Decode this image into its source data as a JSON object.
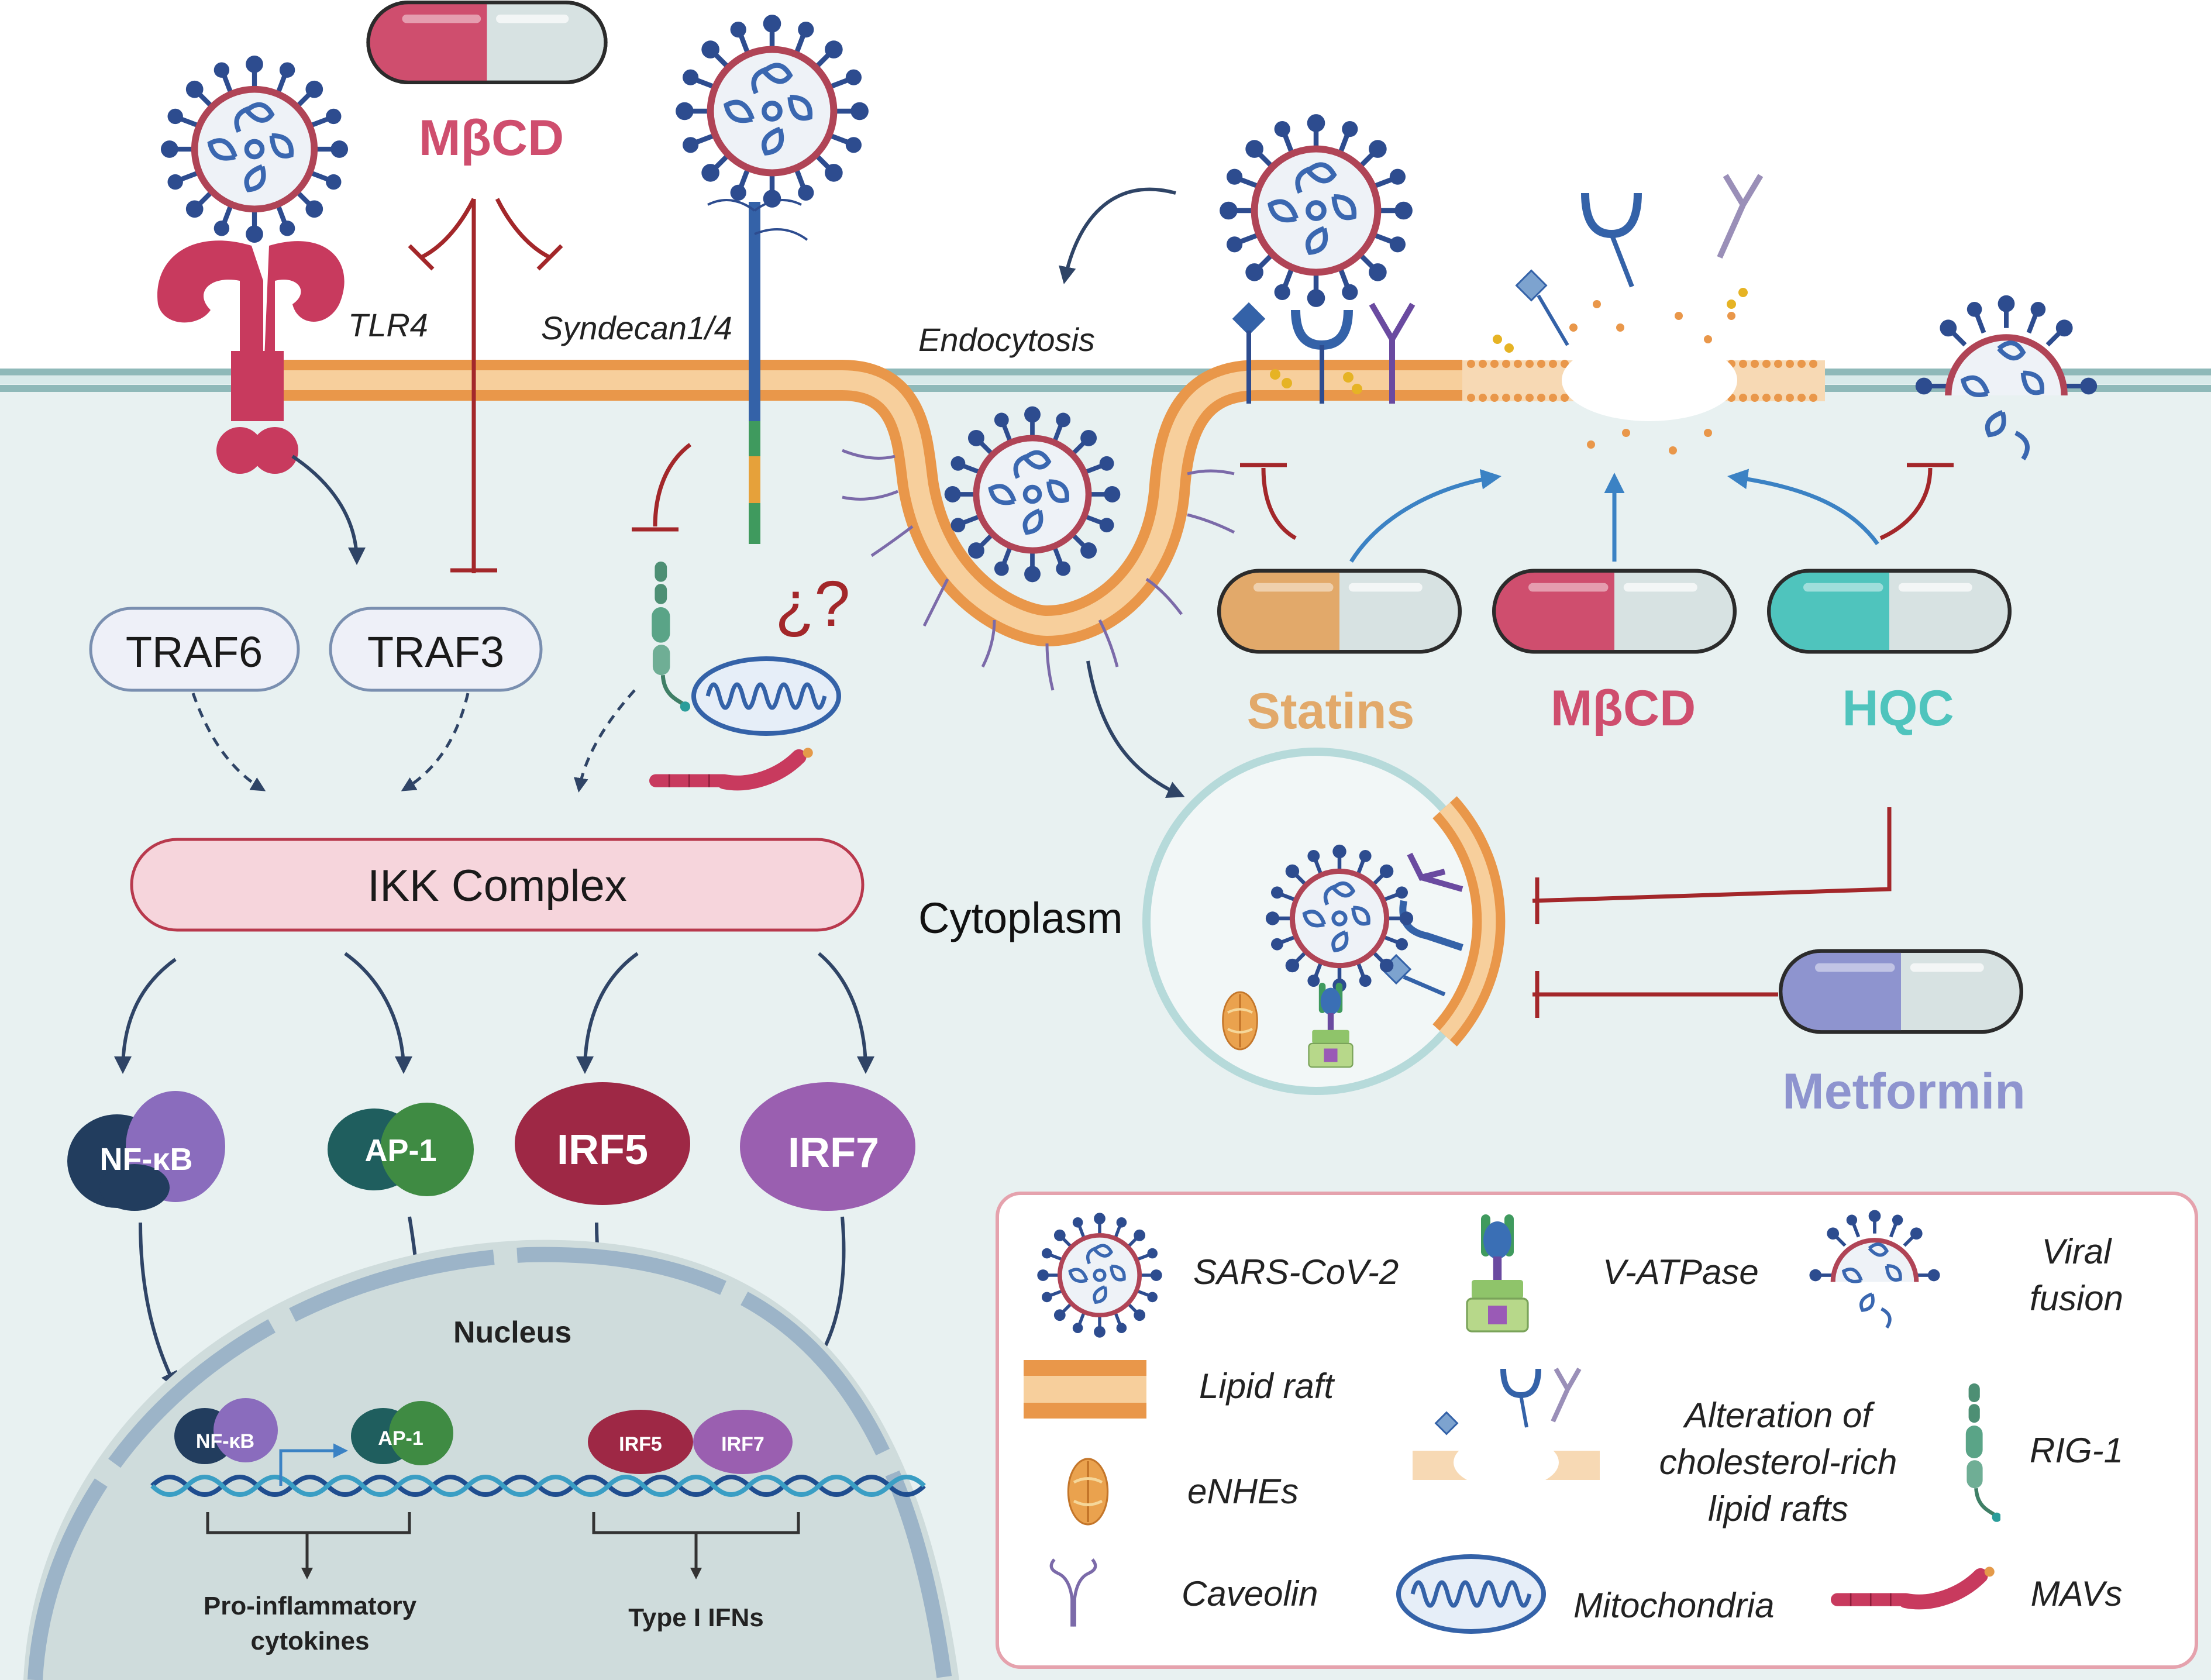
{
  "colors": {
    "cytoplasm": "#e8f1f1",
    "membrane_blue": "#8fb9b9",
    "raft_orange": "#e9974a",
    "raft_light": "#f7cf9c",
    "inhibit_red": "#a3272a",
    "activate_blue": "#3b82c4",
    "arrow_dark": "#2f4466",
    "mbcd_pink": "#cf4e6e",
    "statins_tan": "#e2a96a",
    "hqc_teal": "#4fc4bd",
    "metformin_lavender": "#8e94cf",
    "nfkb_navy": "#223d5e",
    "nfkb_purple": "#8a6cbd",
    "ap1_teal": "#1f5e5e",
    "ap1_green": "#3f8b43",
    "irf5_red": "#9e2845",
    "irf7_purple": "#9a5fb0",
    "nucleus_fill": "#cfdcdc",
    "legend_border": "#e5a2ad"
  },
  "drugs": {
    "mbcd_top": "MβCD",
    "statins": "Statins",
    "mbcd_right": "MβCD",
    "hqc": "HQC",
    "metformin": "Metformin"
  },
  "labels": {
    "tlr4": "TLR4",
    "syndecan": "Syndecan1/4",
    "endocytosis": "Endocytosis",
    "unknown": "¿?",
    "cytoplasm": "Cytoplasm",
    "nucleus": "Nucleus",
    "traf6": "TRAF6",
    "traf3": "TRAF3",
    "ikk": "IKK Complex",
    "pro_inflammatory_1": "Pro-inflammatory",
    "pro_inflammatory_2": "cytokines",
    "type1_ifns": "Type I IFNs"
  },
  "transcription_factors": {
    "nfkb": "NF-κB",
    "ap1": "AP-1",
    "irf5": "IRF5",
    "irf7": "IRF7"
  },
  "legend": {
    "sars": "SARS-CoV-2",
    "vatpase": "V-ATPase",
    "viral_fusion_1": "Viral",
    "viral_fusion_2": "fusion",
    "lipid_raft": "Lipid raft",
    "alteration_1": "Alteration of",
    "alteration_2": "cholesterol-rich",
    "alteration_3": "lipid rafts",
    "rig1": "RIG-1",
    "enhes": "eNHEs",
    "caveolin": "Caveolin",
    "mitochondria": "Mitochondria",
    "mavs": "MAVs"
  },
  "icons": {
    "virus": "sars-cov-2-virion-icon",
    "capsule": "drug-capsule-icon",
    "mitochondrion": "mitochondrion-icon",
    "dna": "dna-helix-icon"
  }
}
